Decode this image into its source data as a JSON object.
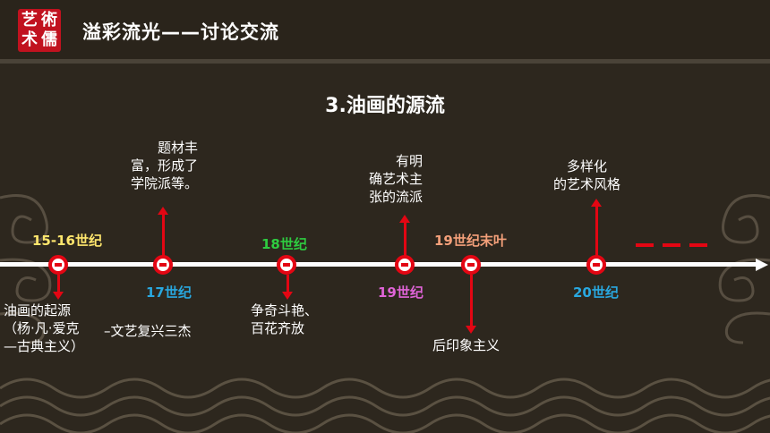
{
  "header": {
    "logo_chars": [
      "艺",
      "術",
      "术",
      "儒"
    ],
    "title": "溢彩流光——讨论交流"
  },
  "subtitle": "3.油画的源流",
  "timeline": {
    "events": [
      {
        "era": "15-16世纪",
        "era_color": "#ffe66d",
        "description": "油画的起源\n（杨·凡·爱克\n—古典主义）",
        "arrow": "down"
      },
      {
        "era": "17世纪",
        "era_color": "#29a8e0",
        "description": "　　题材丰\n富，形成了\n学院派等。",
        "description2": "–文艺复兴三杰",
        "arrow": "up"
      },
      {
        "era": "18世纪",
        "era_color": "#2ecc40",
        "description": "争奇斗艳、\n百花齐放",
        "arrow": "down"
      },
      {
        "era": "19世纪",
        "era_color": "#e064d8",
        "description": "　　有明\n确艺术主\n张的流派",
        "arrow": "up"
      },
      {
        "era": "19世纪末叶",
        "era_color": "#f4a07a",
        "description": "后印象主义",
        "arrow": "down"
      },
      {
        "era": "20世纪",
        "era_color": "#29a8e0",
        "description": "　多样化\n的艺术风格",
        "arrow": "up"
      }
    ]
  }
}
